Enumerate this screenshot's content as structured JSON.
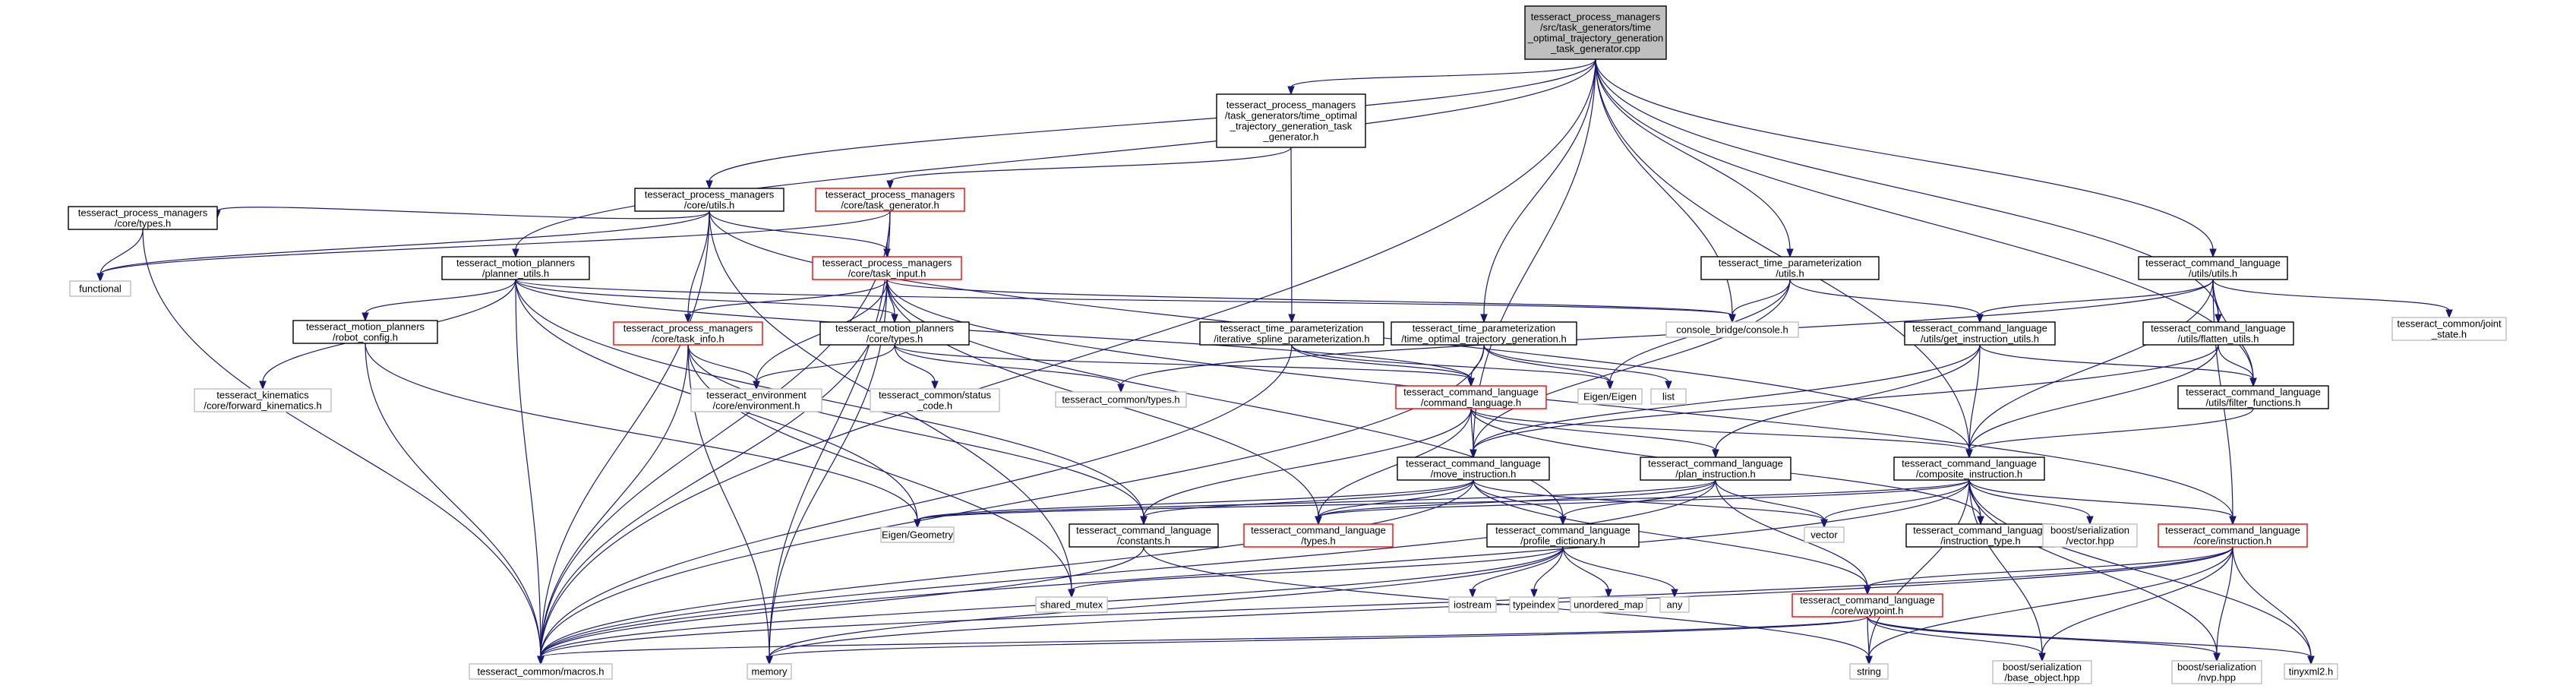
{
  "colors": {
    "edge": "#191970",
    "root_fill": "#bfbfbf",
    "root_border": "#000000",
    "normal_border": "#000000",
    "highlight_border": "#ff0000",
    "external_border": "#bfbfbf",
    "node_fill": "#ffffff"
  },
  "nodes": [
    {
      "id": "root",
      "style": "root",
      "lines": [
        "tesseract_process_managers",
        "/src/task_generators/time",
        "_optimal_trajectory_generation",
        "_task_generator.cpp"
      ]
    },
    {
      "id": "topt_tg",
      "style": "normal",
      "lines": [
        "tesseract_process_managers",
        "/task_generators/time_optimal",
        "_trajectory_generation_task",
        "_generator.h"
      ]
    },
    {
      "id": "pm_utils",
      "style": "normal",
      "lines": [
        "tesseract_process_managers",
        "/core/utils.h"
      ]
    },
    {
      "id": "pm_taskgen",
      "style": "highlight",
      "lines": [
        "tesseract_process_managers",
        "/core/task_generator.h"
      ]
    },
    {
      "id": "pm_types",
      "style": "normal",
      "lines": [
        "tesseract_process_managers",
        "/core/types.h"
      ]
    },
    {
      "id": "functional",
      "style": "external",
      "lines": [
        "functional"
      ]
    },
    {
      "id": "mp_planner_utils",
      "style": "normal",
      "lines": [
        "tesseract_motion_planners",
        "/planner_utils.h"
      ]
    },
    {
      "id": "pm_task_input",
      "style": "highlight",
      "lines": [
        "tesseract_process_managers",
        "/core/task_input.h"
      ]
    },
    {
      "id": "mp_robot_config",
      "style": "normal",
      "lines": [
        "tesseract_motion_planners",
        "/robot_config.h"
      ]
    },
    {
      "id": "kinematics_fk",
      "style": "external",
      "lines": [
        "tesseract_kinematics",
        "/core/forward_kinematics.h"
      ]
    },
    {
      "id": "pm_task_info",
      "style": "highlight",
      "lines": [
        "tesseract_process_managers",
        "/core/task_info.h"
      ]
    },
    {
      "id": "mp_types",
      "style": "normal",
      "lines": [
        "tesseract_motion_planners",
        "/core/types.h"
      ]
    },
    {
      "id": "env_environment",
      "style": "external",
      "lines": [
        "tesseract_environment",
        "/core/environment.h"
      ]
    },
    {
      "id": "status_code",
      "style": "external",
      "lines": [
        "tesseract_common/status",
        "_code.h"
      ]
    },
    {
      "id": "common_types",
      "style": "external",
      "lines": [
        "tesseract_common/types.h"
      ]
    },
    {
      "id": "tp_isp",
      "style": "normal",
      "lines": [
        "tesseract_time_parameterization",
        "/iterative_spline_parameterization.h"
      ]
    },
    {
      "id": "tp_topt",
      "style": "normal",
      "lines": [
        "tesseract_time_parameterization",
        "/time_optimal_trajectory_generation.h"
      ]
    },
    {
      "id": "tp_utils",
      "style": "normal",
      "lines": [
        "tesseract_time_parameterization",
        "/utils.h"
      ]
    },
    {
      "id": "console_bridge",
      "style": "external",
      "lines": [
        "console_bridge/console.h"
      ]
    },
    {
      "id": "eigen",
      "style": "external",
      "lines": [
        "Eigen/Eigen"
      ]
    },
    {
      "id": "list",
      "style": "external",
      "lines": [
        "list"
      ]
    },
    {
      "id": "cl_command_language",
      "style": "highlight",
      "lines": [
        "tesseract_command_language",
        "/command_language.h"
      ]
    },
    {
      "id": "cl_utils",
      "style": "normal",
      "lines": [
        "tesseract_command_language",
        "/utils/utils.h"
      ]
    },
    {
      "id": "common_joint_state",
      "style": "external",
      "lines": [
        "tesseract_common/joint",
        "_state.h"
      ]
    },
    {
      "id": "cl_get_instruction_utils",
      "style": "normal",
      "lines": [
        "tesseract_command_language",
        "/utils/get_instruction_utils.h"
      ]
    },
    {
      "id": "cl_flatten_utils",
      "style": "normal",
      "lines": [
        "tesseract_command_language",
        "/utils/flatten_utils.h"
      ]
    },
    {
      "id": "cl_filter_functions",
      "style": "normal",
      "lines": [
        "tesseract_command_language",
        "/utils/filter_functions.h"
      ]
    },
    {
      "id": "cl_move_instruction",
      "style": "normal",
      "lines": [
        "tesseract_command_language",
        "/move_instruction.h"
      ]
    },
    {
      "id": "cl_plan_instruction",
      "style": "normal",
      "lines": [
        "tesseract_command_language",
        "/plan_instruction.h"
      ]
    },
    {
      "id": "cl_composite_instruction",
      "style": "normal",
      "lines": [
        "tesseract_command_language",
        "/composite_instruction.h"
      ]
    },
    {
      "id": "eigen_geometry",
      "style": "external",
      "lines": [
        "Eigen/Geometry"
      ]
    },
    {
      "id": "cl_constants",
      "style": "normal",
      "lines": [
        "tesseract_command_language",
        "/constants.h"
      ]
    },
    {
      "id": "cl_types",
      "style": "highlight",
      "lines": [
        "tesseract_command_language",
        "/types.h"
      ]
    },
    {
      "id": "cl_profile_dictionary",
      "style": "normal",
      "lines": [
        "tesseract_command_language",
        "/profile_dictionary.h"
      ]
    },
    {
      "id": "vector",
      "style": "external",
      "lines": [
        "vector"
      ]
    },
    {
      "id": "cl_instruction_type",
      "style": "normal",
      "lines": [
        "tesseract_command_language",
        "/instruction_type.h"
      ]
    },
    {
      "id": "boost_vector",
      "style": "external",
      "lines": [
        "boost/serialization",
        "/vector.hpp"
      ]
    },
    {
      "id": "cl_instruction",
      "style": "highlight",
      "lines": [
        "tesseract_command_language",
        "/core/instruction.h"
      ]
    },
    {
      "id": "shared_mutex",
      "style": "external",
      "lines": [
        "shared_mutex"
      ]
    },
    {
      "id": "iostream",
      "style": "external",
      "lines": [
        "iostream"
      ]
    },
    {
      "id": "typeindex",
      "style": "external",
      "lines": [
        "typeindex"
      ]
    },
    {
      "id": "unordered_map",
      "style": "external",
      "lines": [
        "unordered_map"
      ]
    },
    {
      "id": "any",
      "style": "external",
      "lines": [
        "any"
      ]
    },
    {
      "id": "cl_waypoint",
      "style": "highlight",
      "lines": [
        "tesseract_command_language",
        "/core/waypoint.h"
      ]
    },
    {
      "id": "common_macros",
      "style": "external",
      "lines": [
        "tesseract_common/macros.h"
      ]
    },
    {
      "id": "memory",
      "style": "external",
      "lines": [
        "memory"
      ]
    },
    {
      "id": "string",
      "style": "external",
      "lines": [
        "string"
      ]
    },
    {
      "id": "boost_base_object",
      "style": "external",
      "lines": [
        "boost/serialization",
        "/base_object.hpp"
      ]
    },
    {
      "id": "boost_nvp",
      "style": "external",
      "lines": [
        "boost/serialization",
        "/nvp.hpp"
      ]
    },
    {
      "id": "tinyxml2",
      "style": "external",
      "lines": [
        "tinyxml2.h"
      ]
    }
  ],
  "edges": [
    [
      "root",
      "topt_tg"
    ],
    [
      "root",
      "pm_utils"
    ],
    [
      "root",
      "mp_planner_utils"
    ],
    [
      "root",
      "cl_move_instruction"
    ],
    [
      "root",
      "tp_topt"
    ],
    [
      "root",
      "tp_utils"
    ],
    [
      "root",
      "console_bridge"
    ],
    [
      "root",
      "cl_utils"
    ],
    [
      "root",
      "cl_flatten_utils"
    ],
    [
      "root",
      "cl_filter_functions"
    ],
    [
      "root",
      "cl_composite_instruction"
    ],
    [
      "root",
      "common_macros"
    ],
    [
      "topt_tg",
      "pm_taskgen"
    ],
    [
      "topt_tg",
      "tp_isp"
    ],
    [
      "pm_utils",
      "pm_types"
    ],
    [
      "pm_utils",
      "functional"
    ],
    [
      "pm_utils",
      "pm_task_input"
    ],
    [
      "pm_utils",
      "pm_task_info"
    ],
    [
      "pm_utils",
      "common_macros"
    ],
    [
      "pm_utils",
      "cl_composite_instruction"
    ],
    [
      "pm_utils",
      "shared_mutex"
    ],
    [
      "pm_taskgen",
      "pm_task_input"
    ],
    [
      "pm_taskgen",
      "functional"
    ],
    [
      "pm_taskgen",
      "common_macros"
    ],
    [
      "pm_taskgen",
      "memory"
    ],
    [
      "pm_types",
      "functional"
    ],
    [
      "pm_types",
      "common_macros"
    ],
    [
      "mp_planner_utils",
      "mp_robot_config"
    ],
    [
      "mp_planner_utils",
      "mp_types"
    ],
    [
      "mp_planner_utils",
      "kinematics_fk"
    ],
    [
      "mp_planner_utils",
      "eigen_geometry"
    ],
    [
      "mp_planner_utils",
      "cl_constants"
    ],
    [
      "mp_planner_utils",
      "common_macros"
    ],
    [
      "mp_planner_utils",
      "cl_command_language"
    ],
    [
      "mp_planner_utils",
      "console_bridge"
    ],
    [
      "pm_task_input",
      "pm_task_info"
    ],
    [
      "pm_task_input",
      "mp_types"
    ],
    [
      "pm_task_input",
      "env_environment"
    ],
    [
      "pm_task_input",
      "common_macros"
    ],
    [
      "pm_task_input",
      "console_bridge"
    ],
    [
      "pm_task_input",
      "cl_types"
    ],
    [
      "pm_task_input",
      "cl_instruction"
    ],
    [
      "pm_task_input",
      "memory"
    ],
    [
      "pm_task_input",
      "cl_profile_dictionary"
    ],
    [
      "mp_robot_config",
      "eigen_geometry"
    ],
    [
      "mp_robot_config",
      "common_macros"
    ],
    [
      "pm_task_info",
      "env_environment"
    ],
    [
      "pm_task_info",
      "common_macros"
    ],
    [
      "pm_task_info",
      "memory"
    ],
    [
      "pm_task_info",
      "shared_mutex"
    ],
    [
      "pm_task_info",
      "cl_constants"
    ],
    [
      "mp_types",
      "env_environment"
    ],
    [
      "mp_types",
      "status_code"
    ],
    [
      "mp_types",
      "common_types"
    ],
    [
      "mp_types",
      "cl_command_language"
    ],
    [
      "tp_isp",
      "eigen"
    ],
    [
      "tp_isp",
      "cl_command_language"
    ],
    [
      "tp_isp",
      "common_macros"
    ],
    [
      "tp_topt",
      "eigen"
    ],
    [
      "tp_topt",
      "list"
    ],
    [
      "tp_topt",
      "cl_command_language"
    ],
    [
      "tp_topt",
      "common_macros"
    ],
    [
      "tp_utils",
      "console_bridge"
    ],
    [
      "tp_utils",
      "eigen"
    ],
    [
      "tp_utils",
      "cl_get_instruction_utils"
    ],
    [
      "tp_utils",
      "cl_move_instruction"
    ],
    [
      "cl_utils",
      "common_joint_state"
    ],
    [
      "cl_utils",
      "cl_get_instruction_utils"
    ],
    [
      "cl_utils",
      "cl_flatten_utils"
    ],
    [
      "cl_utils",
      "cl_filter_functions"
    ],
    [
      "cl_utils",
      "cl_composite_instruction"
    ],
    [
      "cl_utils",
      "common_types"
    ],
    [
      "cl_utils",
      "cl_instruction"
    ],
    [
      "cl_get_instruction_utils",
      "cl_composite_instruction"
    ],
    [
      "cl_get_instruction_utils",
      "cl_filter_functions"
    ],
    [
      "cl_get_instruction_utils",
      "cl_move_instruction"
    ],
    [
      "cl_get_instruction_utils",
      "cl_plan_instruction"
    ],
    [
      "cl_flatten_utils",
      "cl_composite_instruction"
    ],
    [
      "cl_flatten_utils",
      "cl_filter_functions"
    ],
    [
      "cl_flatten_utils",
      "cl_move_instruction"
    ],
    [
      "cl_filter_functions",
      "cl_composite_instruction"
    ],
    [
      "cl_command_language",
      "cl_move_instruction"
    ],
    [
      "cl_command_language",
      "cl_plan_instruction"
    ],
    [
      "cl_command_language",
      "cl_composite_instruction"
    ],
    [
      "cl_command_language",
      "cl_constants"
    ],
    [
      "cl_command_language",
      "cl_types"
    ],
    [
      "cl_command_language",
      "cl_instruction_type"
    ],
    [
      "cl_move_instruction",
      "eigen_geometry"
    ],
    [
      "cl_move_instruction",
      "cl_constants"
    ],
    [
      "cl_move_instruction",
      "cl_types"
    ],
    [
      "cl_move_instruction",
      "cl_profile_dictionary"
    ],
    [
      "cl_move_instruction",
      "vector"
    ],
    [
      "cl_move_instruction",
      "cl_waypoint"
    ],
    [
      "cl_move_instruction",
      "common_macros"
    ],
    [
      "cl_plan_instruction",
      "eigen_geometry"
    ],
    [
      "cl_plan_instruction",
      "cl_types"
    ],
    [
      "cl_plan_instruction",
      "cl_profile_dictionary"
    ],
    [
      "cl_plan_instruction",
      "vector"
    ],
    [
      "cl_plan_instruction",
      "cl_waypoint"
    ],
    [
      "cl_plan_instruction",
      "common_macros"
    ],
    [
      "cl_composite_instruction",
      "cl_instruction_type"
    ],
    [
      "cl_composite_instruction",
      "boost_vector"
    ],
    [
      "cl_composite_instruction",
      "cl_instruction"
    ],
    [
      "cl_composite_instruction",
      "vector"
    ],
    [
      "cl_composite_instruction",
      "cl_types"
    ],
    [
      "cl_composite_instruction",
      "eigen_geometry"
    ],
    [
      "cl_composite_instruction",
      "string"
    ],
    [
      "cl_composite_instruction",
      "boost_base_object"
    ],
    [
      "cl_composite_instruction",
      "boost_nvp"
    ],
    [
      "cl_composite_instruction",
      "tinyxml2"
    ],
    [
      "cl_composite_instruction",
      "common_macros"
    ],
    [
      "cl_constants",
      "common_macros"
    ],
    [
      "cl_constants",
      "string"
    ],
    [
      "cl_profile_dictionary",
      "shared_mutex"
    ],
    [
      "cl_profile_dictionary",
      "iostream"
    ],
    [
      "cl_profile_dictionary",
      "typeindex"
    ],
    [
      "cl_profile_dictionary",
      "unordered_map"
    ],
    [
      "cl_profile_dictionary",
      "any"
    ],
    [
      "cl_profile_dictionary",
      "memory"
    ],
    [
      "cl_profile_dictionary",
      "common_macros"
    ],
    [
      "cl_instruction",
      "cl_waypoint"
    ],
    [
      "cl_instruction",
      "memory"
    ],
    [
      "cl_instruction",
      "string"
    ],
    [
      "cl_instruction",
      "boost_base_object"
    ],
    [
      "cl_instruction",
      "boost_nvp"
    ],
    [
      "cl_instruction",
      "tinyxml2"
    ],
    [
      "cl_instruction",
      "common_macros"
    ],
    [
      "cl_waypoint",
      "memory"
    ],
    [
      "cl_waypoint",
      "string"
    ],
    [
      "cl_waypoint",
      "boost_base_object"
    ],
    [
      "cl_waypoint",
      "boost_nvp"
    ],
    [
      "cl_waypoint",
      "tinyxml2"
    ],
    [
      "cl_waypoint",
      "common_macros"
    ]
  ]
}
